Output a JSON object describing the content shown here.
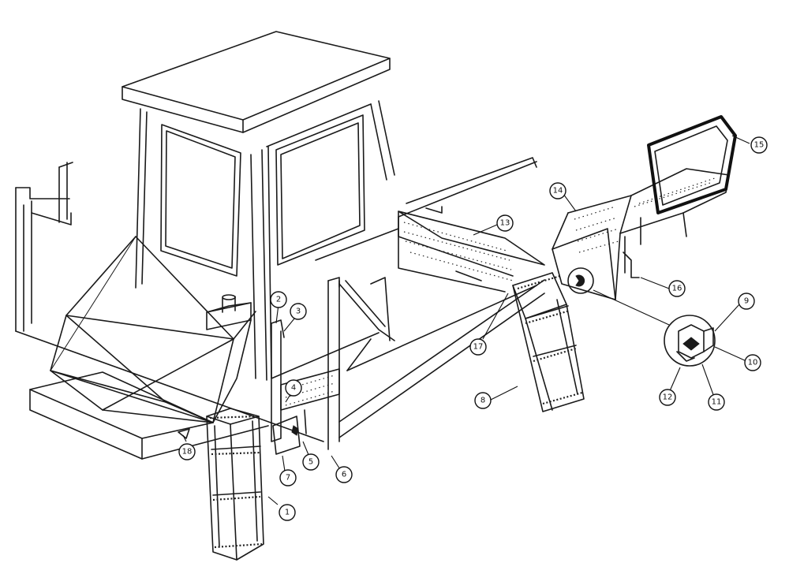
{
  "diagram": {
    "type": "exploded-parts-view",
    "subject": "machine cab, platforms and access ladders",
    "callouts": [
      {
        "id": "c1",
        "label": "1"
      },
      {
        "id": "c2",
        "label": "2"
      },
      {
        "id": "c3",
        "label": "3"
      },
      {
        "id": "c4",
        "label": "4"
      },
      {
        "id": "c5",
        "label": "5"
      },
      {
        "id": "c6",
        "label": "6"
      },
      {
        "id": "c7",
        "label": "7"
      },
      {
        "id": "c8",
        "label": "8"
      },
      {
        "id": "c9",
        "label": "9"
      },
      {
        "id": "c10",
        "label": "10"
      },
      {
        "id": "c11",
        "label": "11"
      },
      {
        "id": "c12",
        "label": "12"
      },
      {
        "id": "c13",
        "label": "13"
      },
      {
        "id": "c14",
        "label": "14"
      },
      {
        "id": "c15",
        "label": "15"
      },
      {
        "id": "c16",
        "label": "16"
      },
      {
        "id": "c17",
        "label": "17"
      },
      {
        "id": "c18",
        "label": "18"
      }
    ]
  },
  "colors": {
    "line": "#1a1a1a",
    "background": "#ffffff"
  }
}
